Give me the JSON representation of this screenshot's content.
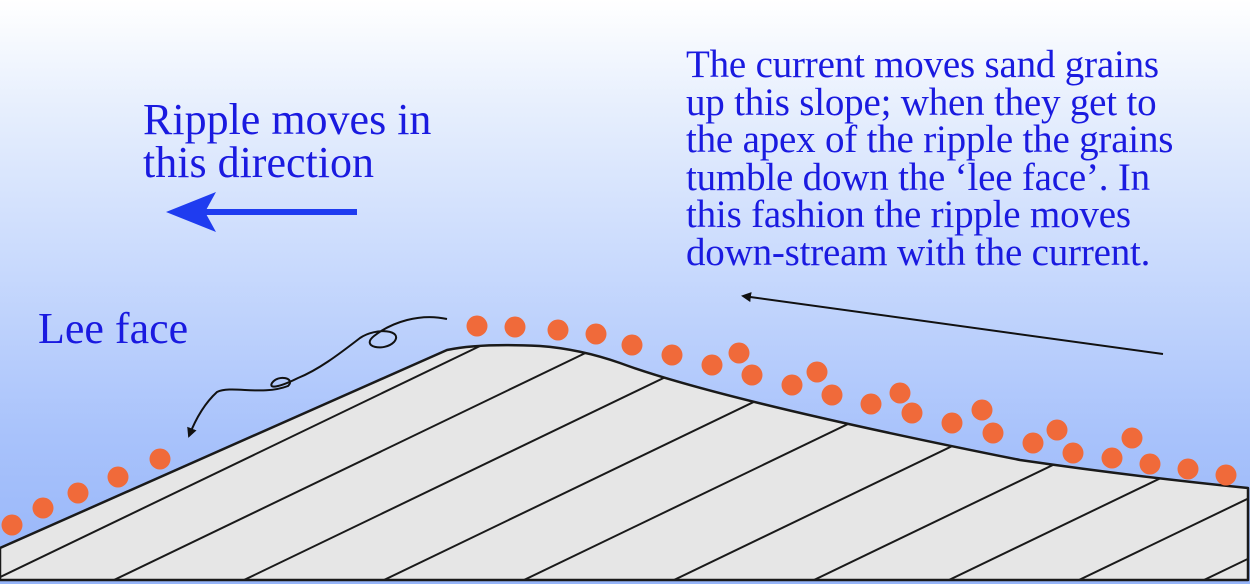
{
  "labels": {
    "ripple_direction": "Ripple moves in\nthis direction",
    "lee_face": "Lee face",
    "current_description": "The current moves sand grains\nup this slope; when they get to\nthe apex of the ripple the grains\ntumble down the ‘lee face’. In\nthis fashion the ripple moves\ndown-stream with the current."
  },
  "colors": {
    "text": "#1a1ae0",
    "ripple_arrow": "#1f3cf0",
    "sand_grain": "#f06a3a",
    "ripple_fill": "#e6e6e6",
    "outline": "#1a1a1a"
  }
}
